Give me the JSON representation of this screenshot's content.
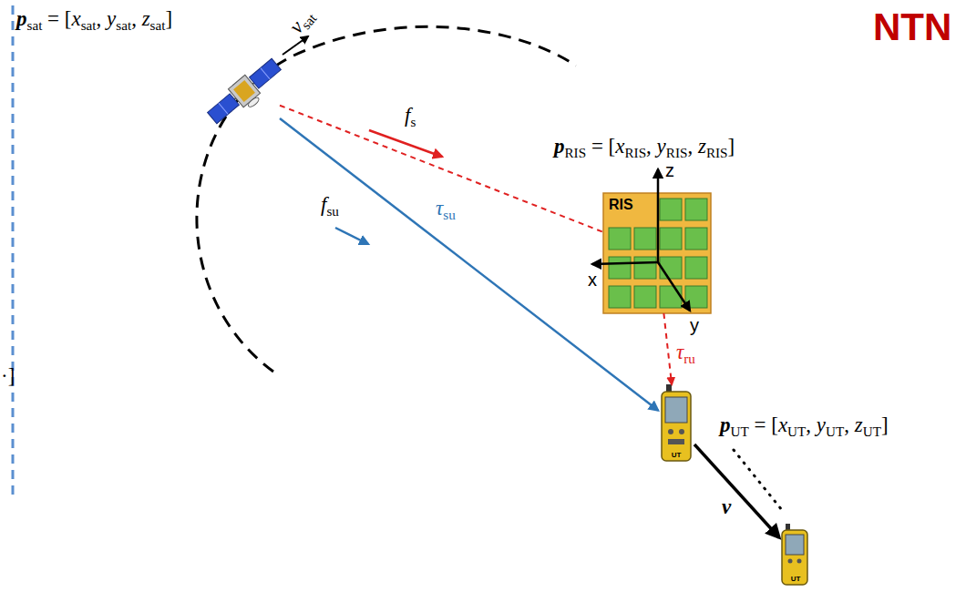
{
  "diagram": {
    "nodes": [
      {
        "text": [
          "psat = [xsat, ysat, zsat]"
        ]
      },
      {
        "text": [
          "RIS",
          "pRIS = [xRIS, yRIS, zRIS]"
        ]
      },
      {
        "text": [
          "UT",
          "pUT = [xUT, yUT, zUT]"
        ]
      },
      {
        "text": [
          "UT"
        ]
      }
    ],
    "edges": [
      {
        "from": 0,
        "to": 2,
        "arrow": "to",
        "label": "τsu"
      },
      {
        "from": 0,
        "to": 1,
        "arrow": "none"
      },
      {
        "from": 1,
        "to": 2,
        "arrow": "to",
        "label": "τru"
      },
      {
        "from": 2,
        "to": 3,
        "arrow": "to",
        "label": "v"
      }
    ],
    "labels": [
      "vsat",
      "NTN",
      "fs",
      "fsu",
      "z",
      "x",
      "y",
      "·]"
    ]
  }
}
